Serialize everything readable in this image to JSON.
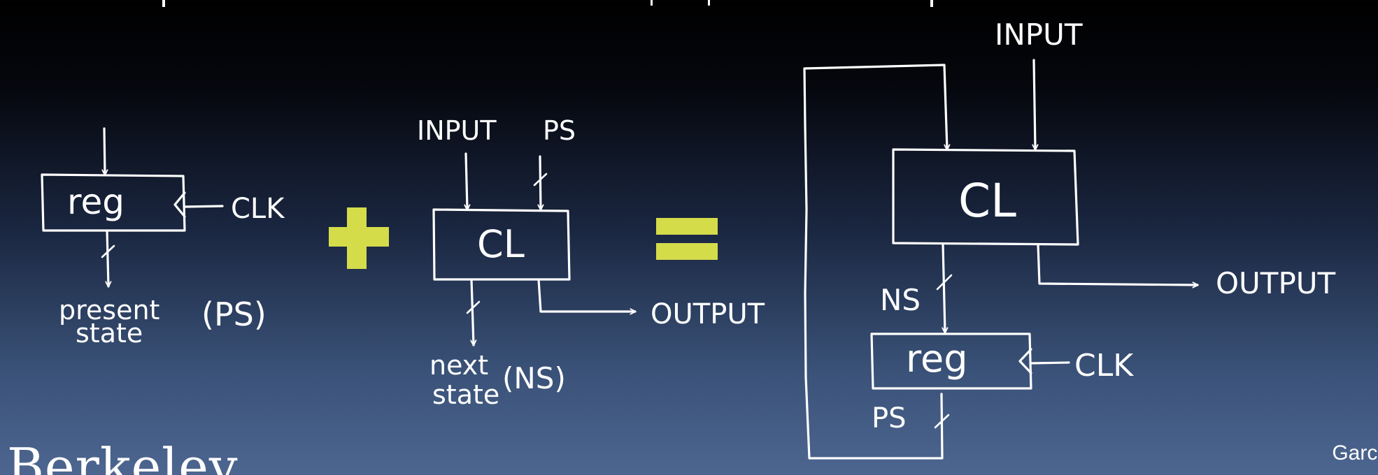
{
  "colors": {
    "accent": "#d4dc4a",
    "ink": "#ffffff"
  },
  "diagram_left": {
    "register_label": "reg",
    "clock_label": "CLK",
    "output_label_line1": "present",
    "output_label_line2": "state",
    "output_abbrev": "(PS)"
  },
  "operator_plus": "+",
  "diagram_middle": {
    "input_label": "INPUT",
    "ps_label": "PS",
    "block_label": "CL",
    "output_label": "OUTPUT",
    "next_label_line1": "next",
    "next_label_line2": "state",
    "next_abbrev": "(NS)"
  },
  "operator_equals": "=",
  "diagram_right": {
    "input_label": "INPUT",
    "block_label": "CL",
    "output_label": "OUTPUT",
    "ns_label": "NS",
    "register_label": "reg",
    "clock_label": "CLK",
    "ps_label": "PS"
  },
  "footer": {
    "institution": "Berkeley",
    "author": "Garci"
  }
}
